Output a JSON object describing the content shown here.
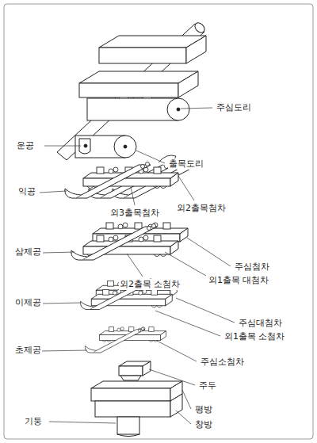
{
  "diagram": {
    "labels": [
      "주심도리",
      "운공",
      "출목도리",
      "익공",
      "외3출목첨차",
      "외2출목첨차",
      "삼제공",
      "주심첨차",
      "외2출목 소첨차",
      "외1출목 대첨차",
      "이제공",
      "주심대첨차",
      "외1출목 소첨차",
      "초제공",
      "주심소첨차",
      "주두",
      "평방",
      "기둥",
      "창방"
    ]
  }
}
